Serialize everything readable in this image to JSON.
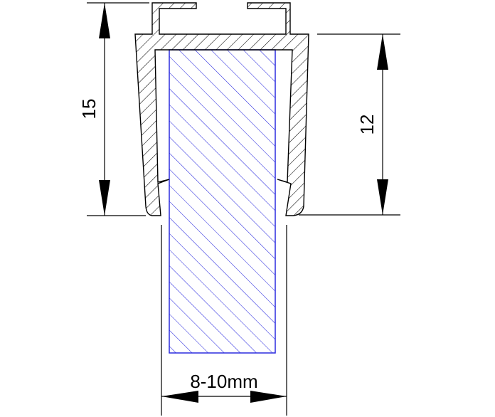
{
  "drawing": {
    "title": "Glass channel profile cross-section",
    "colors": {
      "profile_stroke": "#000000",
      "glass_stroke": "#2b2bdf",
      "background": "#ffffff"
    },
    "dimensions": {
      "overall_height": {
        "label": "15",
        "orientation": "vertical",
        "side": "left"
      },
      "leg_height": {
        "label": "12",
        "orientation": "vertical",
        "side": "right"
      },
      "glass_thickness": {
        "label": "8-10mm",
        "orientation": "horizontal",
        "side": "bottom"
      }
    },
    "parts": [
      {
        "name": "aluminium-profile",
        "hatch": "black-diagonal"
      },
      {
        "name": "glass-panel",
        "hatch": "blue-diagonal"
      }
    ]
  }
}
